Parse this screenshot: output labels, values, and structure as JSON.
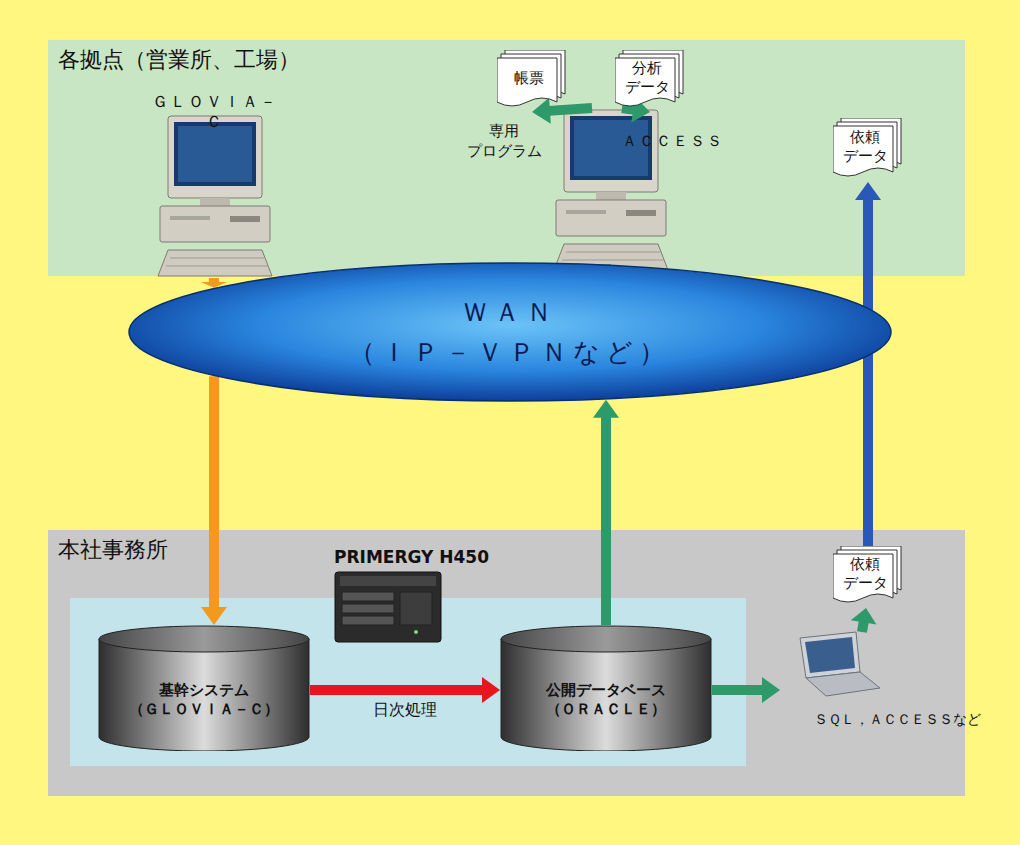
{
  "diagram": {
    "nodes": [
      {
        "text": [
          "各拠点（営業所、工場）"
        ]
      },
      {
        "text": [
          "ＧＬＯＶＩＡ－Ｃ"
        ],
        "in": 0
      },
      {
        "text": [
          "帳票"
        ],
        "in": 0
      },
      {
        "text": [
          "分析 データ"
        ],
        "in": 0
      },
      {
        "text": [],
        "in": 0
      },
      {
        "text": [
          "依頼 データ"
        ],
        "in": 0
      },
      {
        "text": [
          "ＷＡＮ",
          "（ＩＰ－ＶＰＮなど）"
        ]
      },
      {
        "text": [
          "本社事務所"
        ]
      },
      {
        "text": [
          "基幹システム （ＧＬＯＶＩＡ－Ｃ）"
        ],
        "in": 7
      },
      {
        "text": [
          "公開データベース （ＯＲＡＣＬＥ）"
        ],
        "in": 7
      },
      {
        "text": [
          "ＳＱＬ，ＡＣＣＥＳＳなど"
        ],
        "in": 7
      },
      {
        "text": [
          "依頼 データ"
        ],
        "in": 7
      }
    ],
    "edges": [
      {
        "from": 1,
        "to": 6,
        "arrow": "to"
      },
      {
        "from": 6,
        "to": 8,
        "arrow": "to"
      },
      {
        "from": 8,
        "to": 9,
        "arrow": "to",
        "label": "日次処理"
      },
      {
        "from": 9,
        "to": 6,
        "arrow": "to"
      },
      {
        "from": 6,
        "to": 4,
        "arrow": "to"
      },
      {
        "from": 4,
        "to": 2,
        "arrow": "to",
        "label": "専用 プログラム"
      },
      {
        "from": 4,
        "to": 3,
        "arrow": "to",
        "label": "ＡＣＣＥＳＳ"
      },
      {
        "from": 9,
        "to": 10,
        "arrow": "to"
      },
      {
        "from": 10,
        "to": 11,
        "arrow": "to"
      },
      {
        "from": 11,
        "to": 5,
        "arrow": "to"
      }
    ],
    "labels": [
      "PRIMERGY H450"
    ]
  }
}
